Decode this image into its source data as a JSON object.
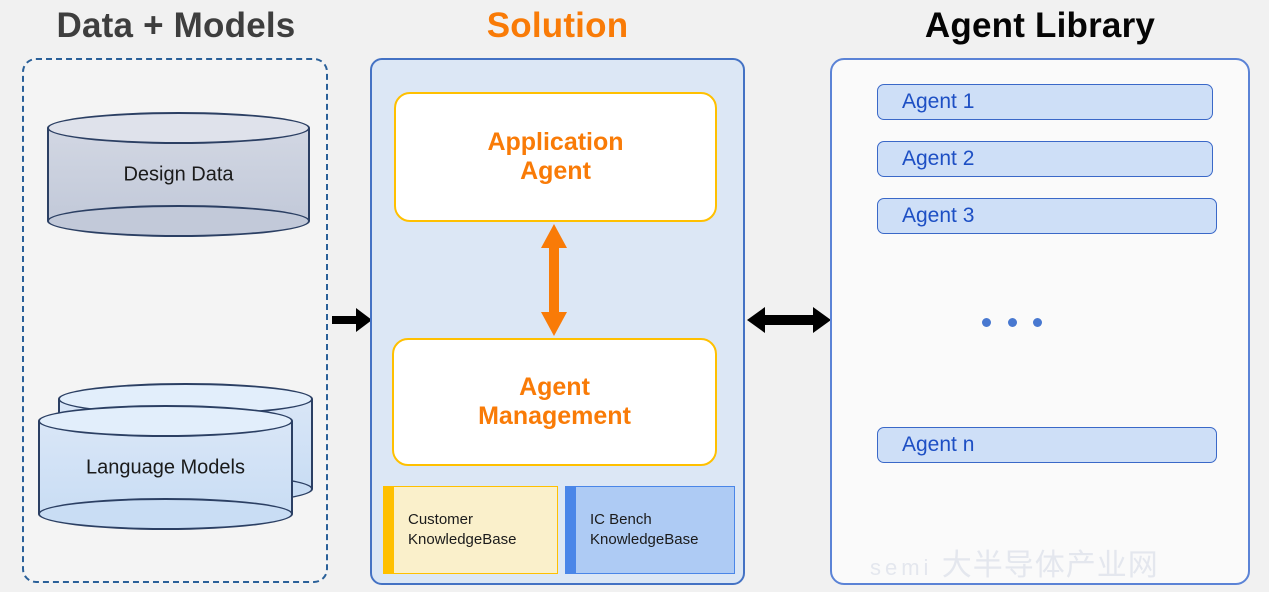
{
  "columns": {
    "data_models": {
      "title": "Data + Models"
    },
    "solution": {
      "title": "Solution"
    },
    "agent_library": {
      "title": "Agent Library"
    }
  },
  "data_models": {
    "stores": [
      {
        "label": "Design  Data",
        "icon": "database-cylinder-icon",
        "style": "gray"
      },
      {
        "label": "Language Models",
        "icon": "database-cylinder-stack-icon",
        "style": "blue"
      }
    ]
  },
  "solution": {
    "boxes": [
      {
        "line1": "Application",
        "line2": "Agent"
      },
      {
        "line1": "Agent",
        "line2": "Management"
      }
    ],
    "knowledge_bases": [
      {
        "line1": "Customer",
        "line2": "KnowledgeBase",
        "accent": "#FFC000"
      },
      {
        "line1": "IC Bench",
        "line2": "KnowledgeBase",
        "accent": "#4A86E8"
      }
    ],
    "vertical_link": "bidirectional-arrow-vertical-icon"
  },
  "agent_library": {
    "agents": [
      {
        "label": "Agent 1"
      },
      {
        "label": "Agent 2"
      },
      {
        "label": "Agent 3"
      },
      {
        "label": "Agent n"
      }
    ],
    "ellipsis": "ellipsis-icon"
  },
  "connectors": {
    "data_to_solution": "arrow-right-icon",
    "solution_to_library": "arrow-bidirectional-icon"
  },
  "watermark": {
    "latin": "semi",
    "cjk": "大半导体产业网"
  },
  "colors": {
    "background": "#f1f1f1",
    "orange": "#F97B07",
    "amber": "#FFC000",
    "blue": "#4472C4",
    "agent_blue": "#1D4FC4",
    "dashed_border": "#2A6099"
  }
}
